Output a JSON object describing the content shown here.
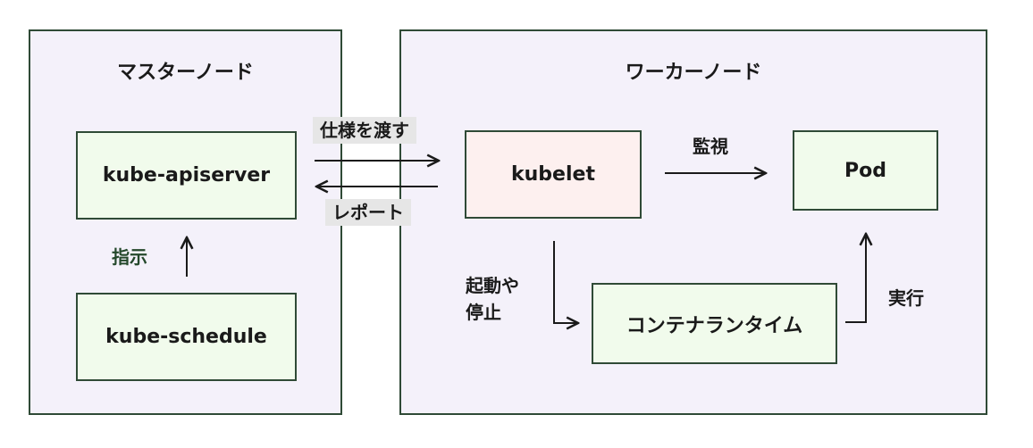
{
  "master_node": {
    "title": "マスターノード",
    "apiserver_label": "kube-apiserver",
    "scheduler_label": "kube-schedule",
    "instruct_label": "指示"
  },
  "worker_node": {
    "title": "ワーカーノード",
    "kubelet_label": "kubelet",
    "pod_label": "Pod",
    "runtime_label": "コンテナランタイム",
    "monitor_label": "監視",
    "start_stop_label_line1": "起動や",
    "start_stop_label_line2": "停止",
    "exec_label": "実行"
  },
  "connections": {
    "spec_label": "仕様を渡す",
    "report_label": "レポート"
  },
  "colors": {
    "panel_bg": "#f4f1fa",
    "border": "#2f4a36",
    "box_green": "#f1fbec",
    "box_pink": "#fdf0ef",
    "tag_bg": "#e6e6e6",
    "instruct_text": "#24482b"
  }
}
